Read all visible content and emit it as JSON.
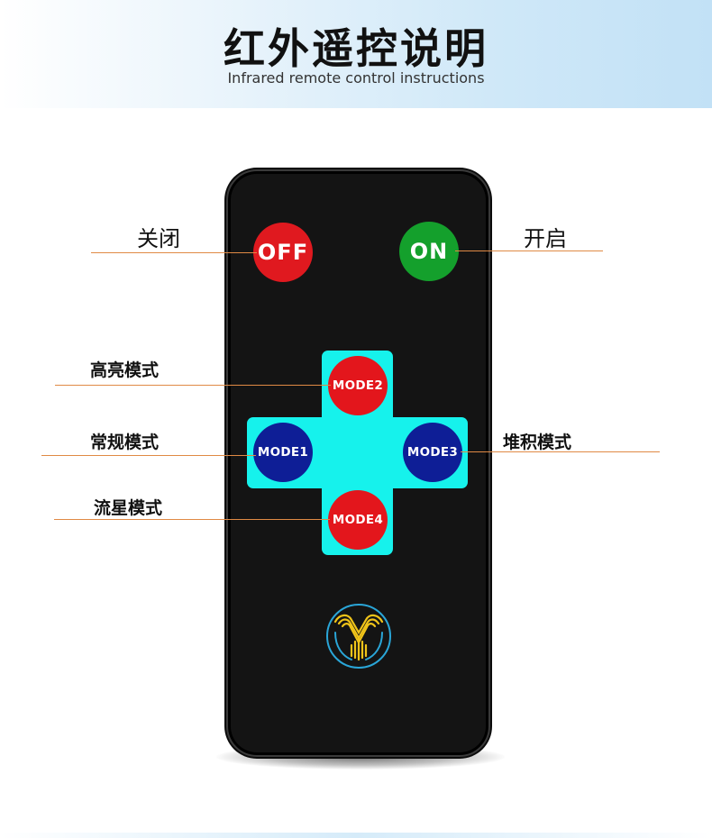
{
  "header": {
    "title": "红外遥控说明",
    "subtitle": "Infrared remote control instructions"
  },
  "buttons": {
    "off": {
      "label": "OFF",
      "color": "#e0191f",
      "annotation": "关闭"
    },
    "on": {
      "label": "ON",
      "color": "#14a02c",
      "annotation": "开启"
    },
    "mode1": {
      "label": "MODE1",
      "color": "#0e1e96",
      "annotation": "常规模式"
    },
    "mode2": {
      "label": "MODE2",
      "color": "#e3161c",
      "annotation": "高亮模式"
    },
    "mode3": {
      "label": "MODE3",
      "color": "#0e1e96",
      "annotation": "堆积模式"
    },
    "mode4": {
      "label": "MODE4",
      "color": "#e3161c",
      "annotation": "流星模式"
    }
  },
  "colors": {
    "dpad": "#16f2ec",
    "remote_body": "#141414",
    "leader_line": "#e08a45",
    "logo": "#f0c419"
  },
  "icons": {
    "logo": "brand-logo-icon"
  }
}
